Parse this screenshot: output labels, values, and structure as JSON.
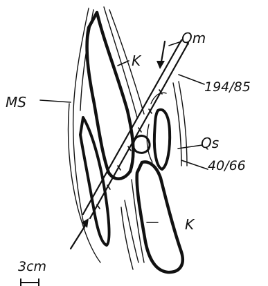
{
  "labels": {
    "qm": "Qm",
    "ms": "MS",
    "k_upper": "K",
    "k_lower": "K",
    "orientation_a": "194/85",
    "qs": "Qs",
    "orientation_b": "40/66",
    "scale": "3cm"
  },
  "colors": {
    "ink": "#111111",
    "paper": "#ffffff"
  }
}
